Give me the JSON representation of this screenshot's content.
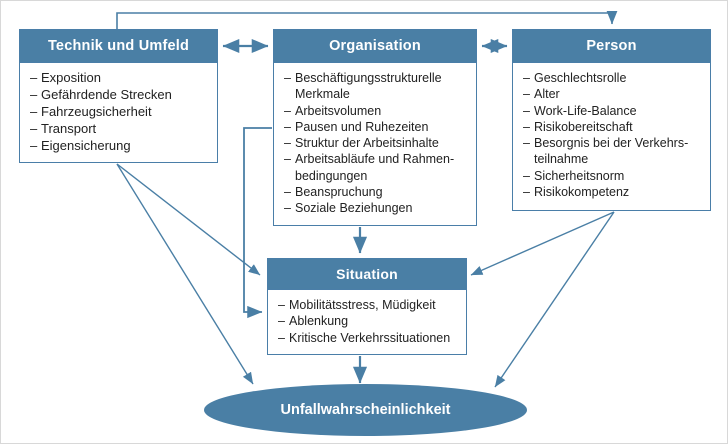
{
  "diagram": {
    "title": "Unfallwahrscheinlichkeit Modell",
    "colors": {
      "accent": "#4a7fa5",
      "border": "#4a7ea8",
      "arrow": "#4a7fa5",
      "text": "#222222",
      "header_text": "#ffffff",
      "background": "#ffffff"
    },
    "nodes": {
      "technik": {
        "title": "Technik und Umfeld",
        "items": [
          "Exposition",
          "Gefährdende Strecken",
          "Fahrzeugsicherheit",
          "Transport",
          "Eigensicherung"
        ]
      },
      "organisation": {
        "title": "Organisation",
        "items": [
          "Beschäftigungsstrukturelle\nMerkmale",
          "Arbeitsvolumen",
          "Pausen und Ruhezeiten",
          "Struktur der Arbeitsinhalte",
          "Arbeitsabläufe und Rahmen-\nbedingungen",
          "Beanspruchung",
          "Soziale Beziehungen"
        ]
      },
      "person": {
        "title": "Person",
        "items": [
          "Geschlechtsrolle",
          "Alter",
          "Work-Life-Balance",
          "Risikobereitschaft",
          "Besorgnis bei der Verkehrs-\nteilnahme",
          "Sicherheitsnorm",
          "Risikokompetenz"
        ]
      },
      "situation": {
        "title": "Situation",
        "items": [
          "Mobilitätsstress, Müdigkeit",
          "Ablenkung",
          "Kritische Verkehrssituationen"
        ]
      },
      "unfall": {
        "title": "Unfallwahrscheinlichkeit"
      }
    },
    "bullet_dash": "–",
    "connections": [
      {
        "from": "technik",
        "to": "organisation",
        "type": "double-arrow"
      },
      {
        "from": "organisation",
        "to": "person",
        "type": "double-arrow"
      },
      {
        "from": "technik",
        "to": "person",
        "type": "arrow-over-top"
      },
      {
        "from": "organisation",
        "to": "situation",
        "type": "arrow-down"
      },
      {
        "from": "organisation",
        "to": "situation",
        "type": "arrow-elbow-left"
      },
      {
        "from": "technik",
        "to": "situation",
        "type": "arrow-diagonal"
      },
      {
        "from": "technik",
        "to": "unfall",
        "type": "arrow-diagonal"
      },
      {
        "from": "person",
        "to": "situation",
        "type": "arrow-diagonal"
      },
      {
        "from": "person",
        "to": "unfall",
        "type": "arrow-diagonal"
      },
      {
        "from": "situation",
        "to": "unfall",
        "type": "arrow-down"
      }
    ]
  }
}
